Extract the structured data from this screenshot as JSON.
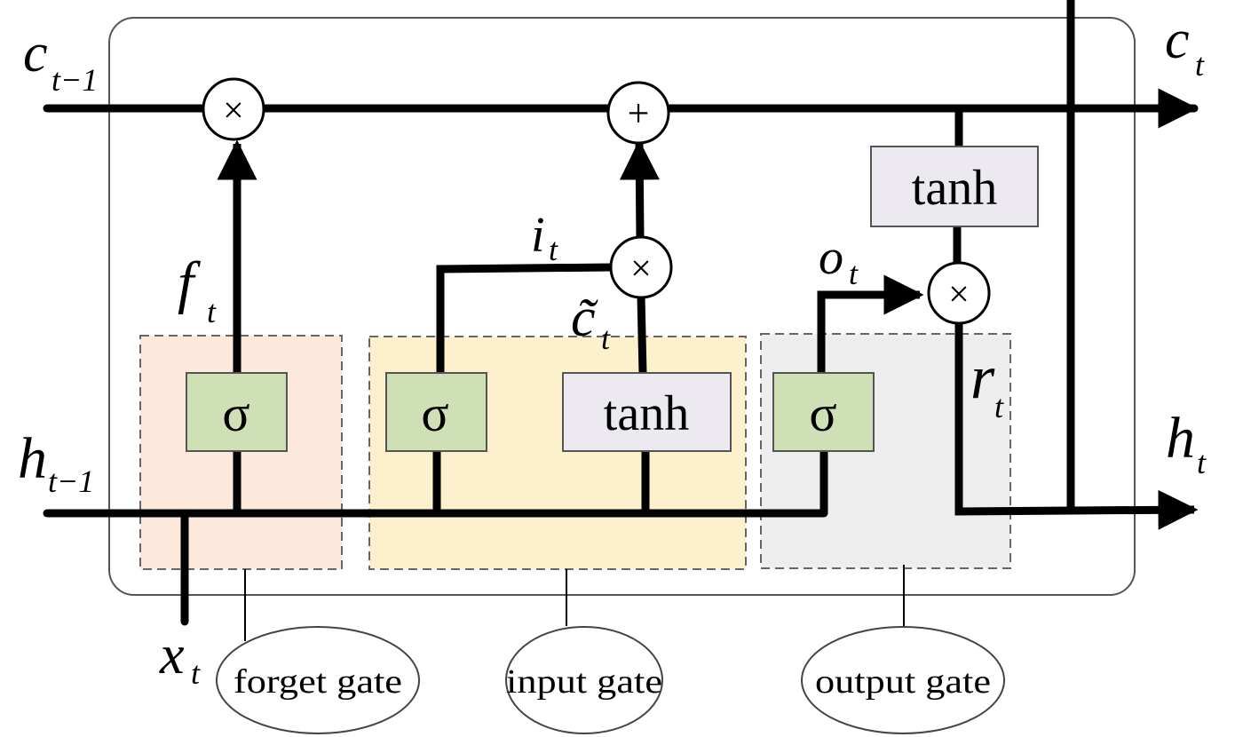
{
  "diagram": {
    "title": "LSTM cell",
    "colors": {
      "forget_region": "#fde9dc",
      "input_region": "#fdf0cc",
      "output_region": "#eeeeee",
      "sigma_box": "#cfe0b6",
      "tanh_box": "#ece9f1",
      "dash_stroke": "#666666",
      "frame_stroke": "#555555"
    },
    "labels": {
      "c_prev": {
        "base": "c",
        "sub": "t−1"
      },
      "c_next": {
        "base": "c",
        "sub": "t"
      },
      "h_prev": {
        "base": "h",
        "sub": "t−1"
      },
      "h_next": {
        "base": "h",
        "sub": "t"
      },
      "x_t": {
        "base": "x",
        "sub": "t"
      },
      "f_t": {
        "base": "f",
        "sub": "t"
      },
      "i_t": {
        "base": "i",
        "sub": "t"
      },
      "c_tilde": {
        "base": "c̃",
        "sub": "t"
      },
      "o_t": {
        "base": "o",
        "sub": "t"
      },
      "r_t": {
        "base": "r",
        "sub": "t"
      }
    },
    "operators": {
      "multiply": "×",
      "add": "+"
    },
    "blocks": {
      "sigma": "σ",
      "tanh": "tanh"
    },
    "gates": [
      {
        "id": "forget",
        "label": "forget gate"
      },
      {
        "id": "input",
        "label": "input gate"
      },
      {
        "id": "output",
        "label": "output gate"
      }
    ]
  }
}
